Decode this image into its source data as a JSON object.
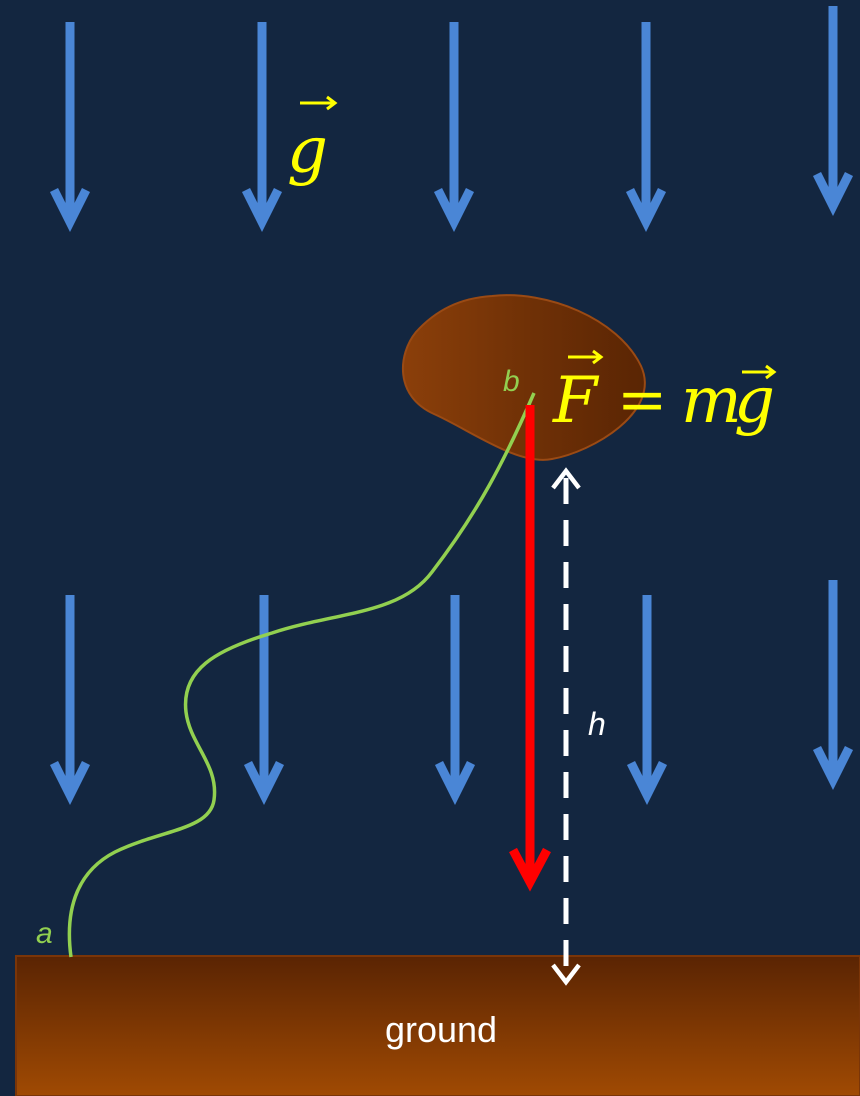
{
  "labels": {
    "field_symbol": "g",
    "force_symbol": "F",
    "equals_sign": "=",
    "mass_symbol": "m",
    "rhs_field_symbol": "g",
    "point_a": "a",
    "point_b": "b",
    "height": "h",
    "ground": "ground"
  },
  "colors": {
    "background": "#132640",
    "field_arrows": "#4a86d6",
    "force_arrow": "#ff0000",
    "path_curve": "#92d050",
    "equation_text": "#ffff00",
    "height_arrow": "#ffffff",
    "rock_fill": "#6e3006",
    "ground_top": "#5a2403",
    "ground_bottom": "#a04a03",
    "ground_text": "#ffffff"
  },
  "icons": {
    "field_arrow": "down-arrow",
    "force_arrow": "down-arrow",
    "height_arrow": "double-headed-vertical-dashed-arrow"
  }
}
